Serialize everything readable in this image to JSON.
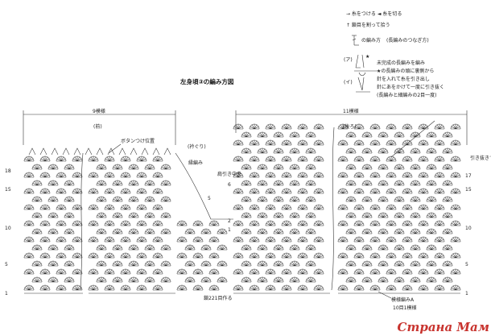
{
  "legend": {
    "symbols_line": "→ 糸をつける   ◄ 糸を切る",
    "stitch_line": "↑ 鎖目を割って拾う",
    "join_title": "の編み方",
    "join_note": "(長編みのつなぎ方)",
    "step_a": "(ア)",
    "step_b": "(イ)",
    "note_lines": [
      "未完成の長編みを編み",
      "★の長編みの頭に裏側から",
      "針を入れて糸を引き出し",
      "針にあをかけて一度に引き抜く",
      "(長編みと細編みの2目一度)"
    ]
  },
  "title": "左身頃③の編み方図",
  "dims": {
    "front_width": "9模様",
    "front_label": "(前)",
    "back_width": "11模様",
    "back_label": "(後ろ)",
    "neckline_label": "(衿ぐり)",
    "button_label": "ボタンつけ位置",
    "edge_label": "縁編み",
    "shoulder_center": "肩引き中央",
    "slip_note": "引き抜きでつなぐ",
    "bottom_note_a": "鎖221目作る",
    "bottom_note_b": "模様編みA",
    "bottom_note_c": "10目1模様"
  },
  "row_numbers": {
    "left": [
      "18",
      "15",
      "10",
      "5",
      "1"
    ],
    "center": [
      "6",
      "5",
      "2",
      "1"
    ],
    "right": [
      "17",
      "15",
      "10",
      "5",
      "1"
    ]
  },
  "watermark": "Страна Мам"
}
